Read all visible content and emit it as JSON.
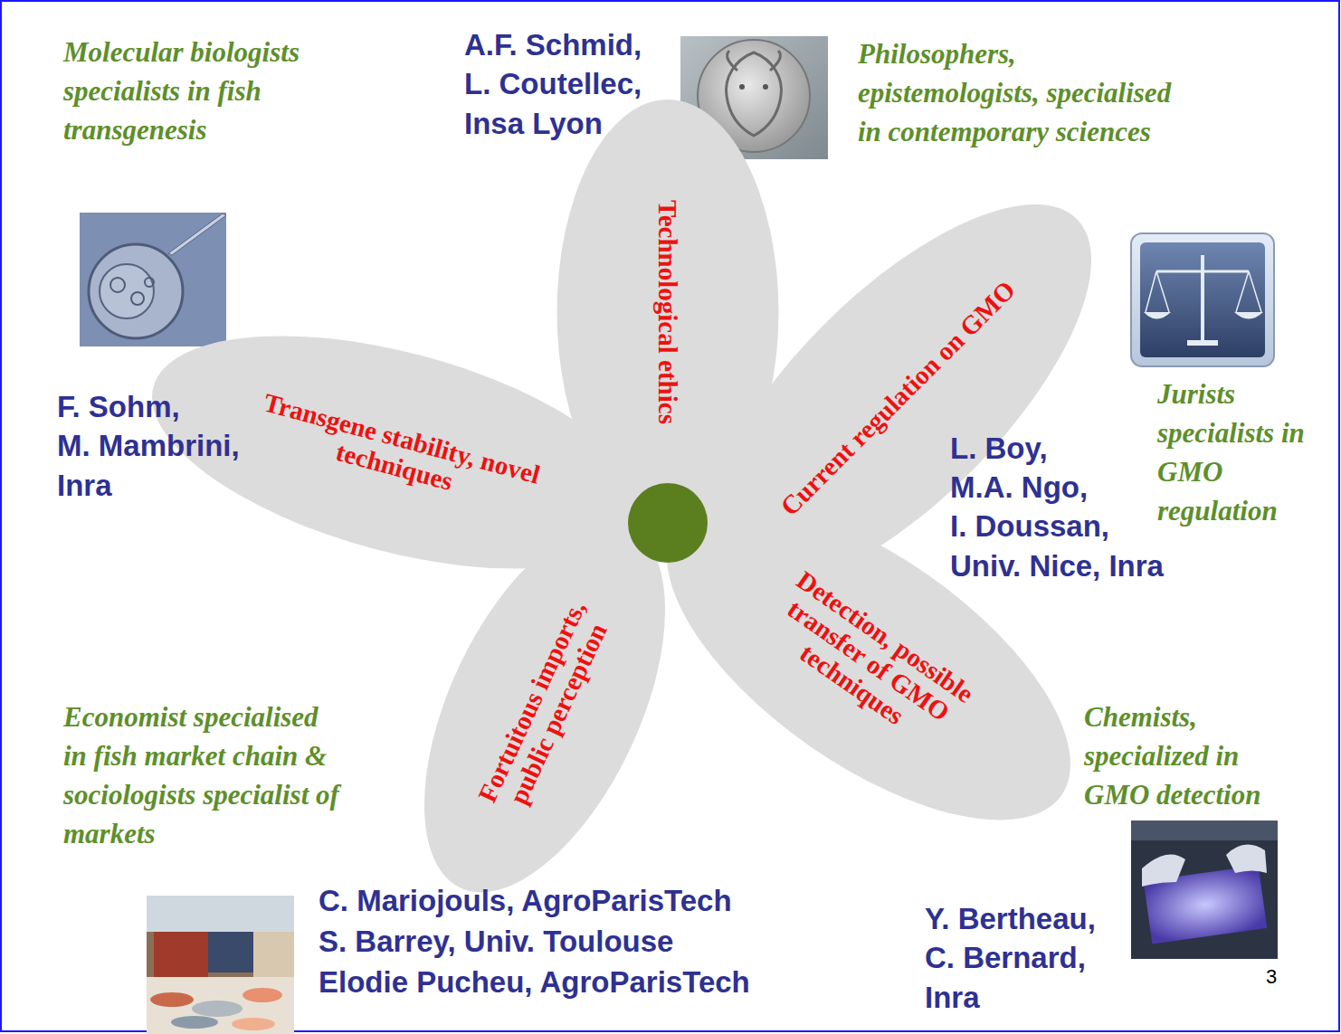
{
  "diagram": {
    "nodes": [
      {
        "text": [
          "Technological ethics"
        ]
      },
      {
        "text": [
          "Transgene stability, novel techniques"
        ]
      },
      {
        "text": [
          "Current regulation on GMO"
        ]
      },
      {
        "text": [
          "Fortuitous imports, public perception"
        ]
      },
      {
        "text": [
          "Detection, possible transfer of GMO techniques"
        ]
      }
    ],
    "labels": [
      "Molecular biologists specialists in fish transgenesis",
      "A.F. Schmid,",
      "L. Coutellec,",
      "Insa Lyon",
      "Philosophers, epistemologists, specialised in contemporary sciences",
      "Jurists specialists in GMO regulation",
      "F. Sohm,",
      "M. Mambrini,",
      "Inra",
      "L. Boy,",
      "M.A. Ngo,",
      "I. Doussan,",
      "Univ. Nice, Inra",
      "Economist specialised in fish market chain & sociologists specialist of markets",
      "Chemists, specialized in GMO detection",
      "C. Mariojouls, AgroParisTech",
      "S. Barrey, Univ. Toulouse",
      "Elodie Pucheu, AgroParisTech",
      "Y. Bertheau,",
      "C. Bernard,",
      "Inra",
      "3"
    ]
  }
}
